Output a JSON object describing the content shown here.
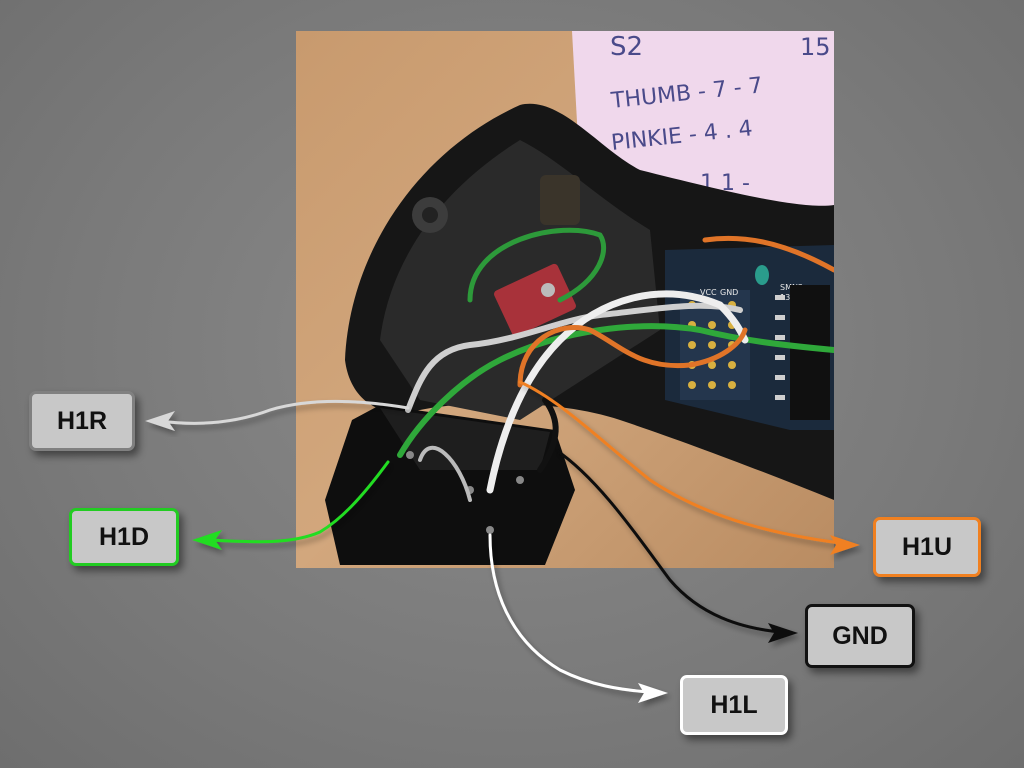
{
  "labels": {
    "h1r": {
      "text": "H1R",
      "border": "#808080"
    },
    "h1d": {
      "text": "H1D",
      "border": "#22cc22"
    },
    "h1u": {
      "text": "H1U",
      "border": "#f08020"
    },
    "gnd": {
      "text": "GND",
      "border": "#111111"
    },
    "h1l": {
      "text": "H1L",
      "border": "#ffffff"
    }
  },
  "photo": {
    "note_lines": [
      "S2",
      "15",
      "THUMB - 7 - 7",
      "PINKIE - 4 . 4",
      "1 1 -"
    ],
    "pcb_silkscreen": [
      "VCC",
      "GND",
      "SMN2",
      "13K"
    ]
  },
  "colors": {
    "background": "#7c7c7c",
    "wire_white": "#f2f2f2",
    "wire_green": "#2fd12f",
    "wire_orange": "#f08020",
    "wire_black": "#0d0d0d",
    "wire_gray": "#cfcfcf"
  }
}
